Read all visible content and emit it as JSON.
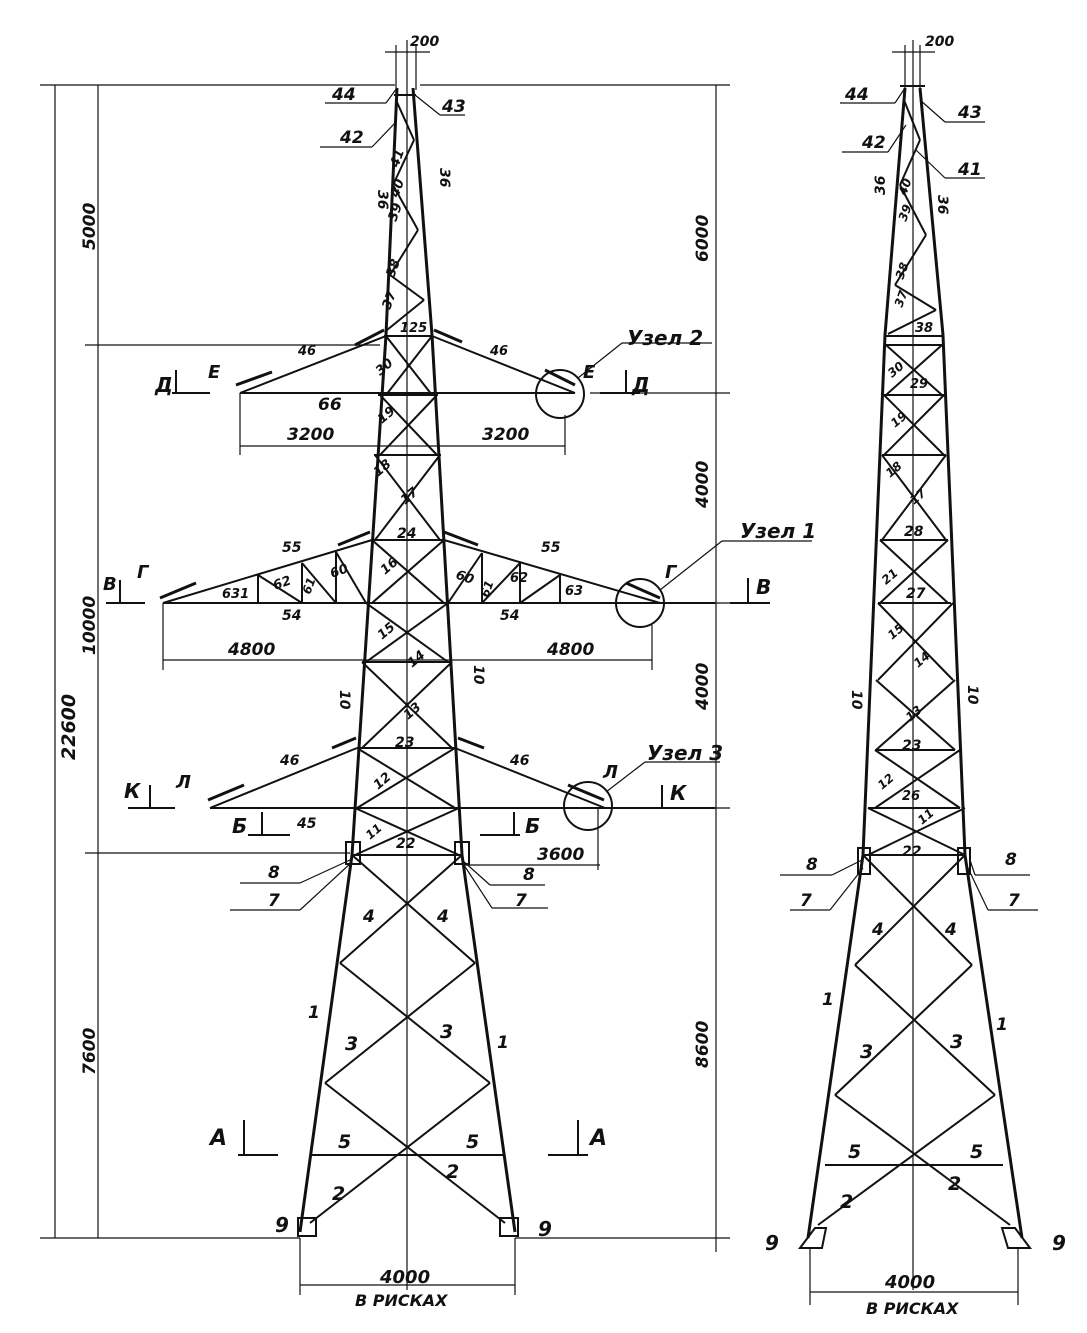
{
  "left_view": {
    "top_width": "200",
    "dims_left": {
      "total": "22600",
      "top": "5000",
      "middle": "10000",
      "bottom": "7600"
    },
    "dims_right": {
      "top": "6000",
      "upper": "4000",
      "middle": "4000",
      "bottom": "8600"
    },
    "arm_spans": {
      "top_left": "3200",
      "top_right": "3200",
      "mid_left": "4800",
      "mid_right": "4800",
      "low_right": "3600"
    },
    "base_width": "4000",
    "base_note": "В РИСКАХ",
    "nodes": {
      "node2": "Узел 2",
      "node1": "Узел 1",
      "node3": "Узел 3"
    },
    "sections": {
      "a": "А",
      "d": "Д",
      "e": "Е",
      "g": "Г",
      "v": "В",
      "k": "К",
      "l": "Л",
      "b": "Б"
    },
    "parts": {
      "p44": "44",
      "p43": "43",
      "p42": "42",
      "p41": "41",
      "p40": "40",
      "p39": "39",
      "p38": "38",
      "p37": "37",
      "p36": "36",
      "p46": "46",
      "p66": "66",
      "p125": "125",
      "p30": "30",
      "p19": "19",
      "p18": "18",
      "p17": "17",
      "p24": "24",
      "p55": "55",
      "p631": "631",
      "p62": "62",
      "p61": "61",
      "p60": "60",
      "p54": "54",
      "p63": "63",
      "p16": "16",
      "p15": "15",
      "p14": "14",
      "p10": "10",
      "p13": "13",
      "p23": "23",
      "p12": "12",
      "p45": "45",
      "p11": "11",
      "p22": "22",
      "p8": "8",
      "p7": "7",
      "p4": "4",
      "p3": "3",
      "p1": "1",
      "p5": "5",
      "p2": "2",
      "p9": "9"
    }
  },
  "right_view": {
    "top_width": "200",
    "base_width": "4000",
    "base_note": "В РИСКАХ",
    "parts": {
      "p44": "44",
      "p43": "43",
      "p42": "42",
      "p41": "41",
      "p36": "36",
      "p40": "40",
      "p39": "39",
      "p38": "38",
      "p37": "37",
      "p30": "30",
      "p29": "29",
      "p19": "19",
      "p18": "18",
      "p17": "17",
      "p28": "28",
      "p21": "21",
      "p27": "27",
      "p15": "15",
      "p14": "14",
      "p10": "10",
      "p13": "13",
      "p23": "23",
      "p12": "12",
      "p26": "26",
      "p11": "11",
      "p22": "22",
      "p8": "8",
      "p7": "7",
      "p4": "4",
      "p3": "3",
      "p1": "1",
      "p5": "5",
      "p2": "2",
      "p9": "9"
    }
  }
}
